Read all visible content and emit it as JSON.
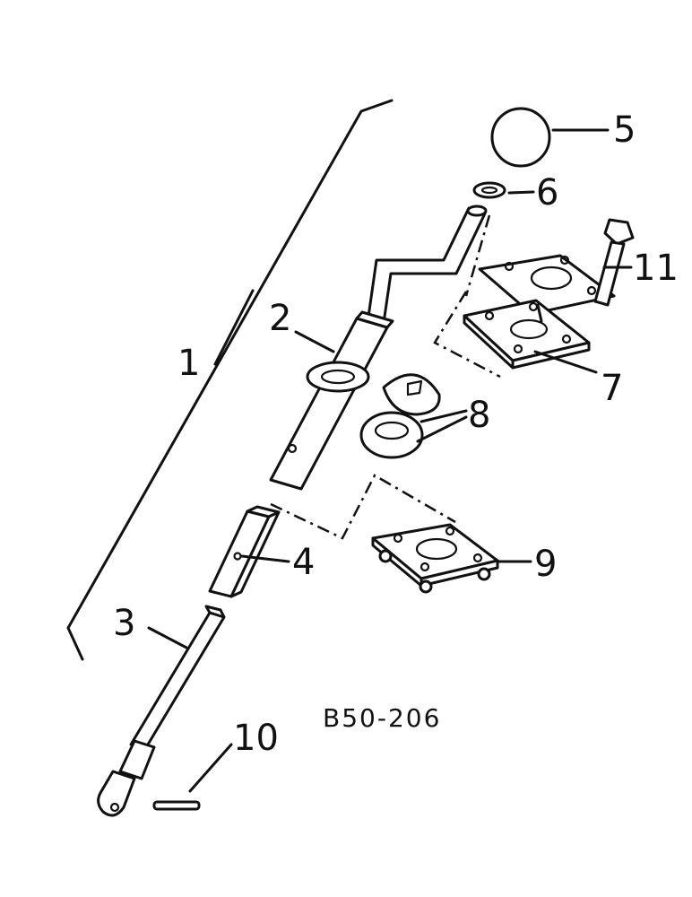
{
  "diagram": {
    "reference_code": "B50-206",
    "callouts": [
      {
        "id": "c1",
        "label": "1"
      },
      {
        "id": "c2",
        "label": "2"
      },
      {
        "id": "c3",
        "label": "3"
      },
      {
        "id": "c4",
        "label": "4"
      },
      {
        "id": "c5",
        "label": "5"
      },
      {
        "id": "c6",
        "label": "6"
      },
      {
        "id": "c7",
        "label": "7"
      },
      {
        "id": "c8",
        "label": "8"
      },
      {
        "id": "c9",
        "label": "9"
      },
      {
        "id": "c10",
        "label": "10"
      },
      {
        "id": "c11",
        "label": "11"
      }
    ]
  }
}
